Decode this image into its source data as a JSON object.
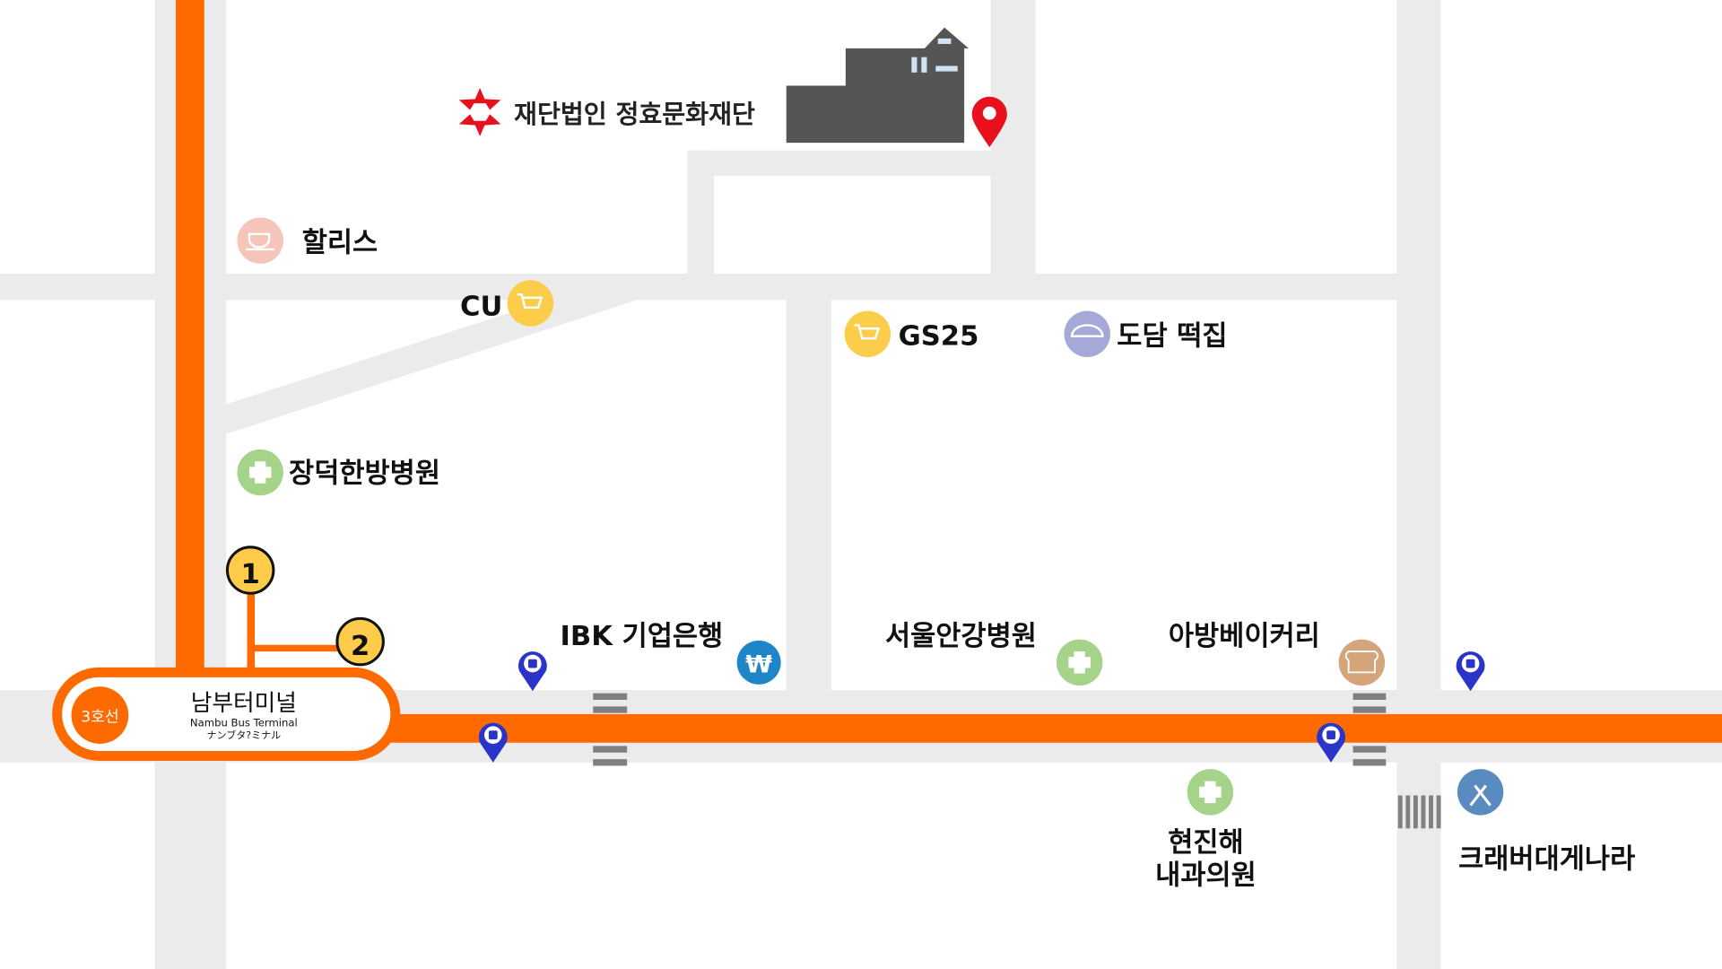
{
  "colors": {
    "subway_line": "#ff6a00",
    "road": "#ebebeb",
    "building": "#555555",
    "pin": "#e8101c",
    "bus_pin": "#2a34c8",
    "exit": "#fecb4a"
  },
  "logo": {
    "text": "재단법인 정효문화재단"
  },
  "station": {
    "line": "3호선",
    "name_ko": "남부터미널",
    "name_en": "Nambu Bus Terminal",
    "name_ja": "ナンブタ?ミナル"
  },
  "exits": [
    "1",
    "2"
  ],
  "pois": [
    {
      "id": "hollys",
      "label": "할리스",
      "icon": "coffee-cup-icon",
      "color": "#f6c4b8"
    },
    {
      "id": "cu",
      "label": "CU",
      "icon": "shopping-cart-icon",
      "color": "#fbcd4a"
    },
    {
      "id": "gs25",
      "label": "GS25",
      "icon": "shopping-cart-icon",
      "color": "#fbcd4a"
    },
    {
      "id": "dodam",
      "label": "도담 떡집",
      "icon": "rice-cake-icon",
      "color": "#a4a9d8"
    },
    {
      "id": "jangdeok",
      "label": "장덕한방병원",
      "icon": "hospital-cross-icon",
      "color": "#a6d38a"
    },
    {
      "id": "ibk",
      "label": "IBK 기업은행",
      "icon": "won-icon",
      "color": "#1e86c8"
    },
    {
      "id": "angang",
      "label": "서울안강병원",
      "icon": "hospital-cross-icon",
      "color": "#a6d38a"
    },
    {
      "id": "abang",
      "label": "아방베이커리",
      "icon": "bread-icon",
      "color": "#d4a57a"
    },
    {
      "id": "hyunjin",
      "label_line1": "현진해",
      "label_line2": "내과의원",
      "icon": "hospital-cross-icon",
      "color": "#a6d38a"
    },
    {
      "id": "crab",
      "label": "크래버대게나라",
      "icon": "restaurant-icon",
      "color": "#5a8bc0"
    }
  ]
}
